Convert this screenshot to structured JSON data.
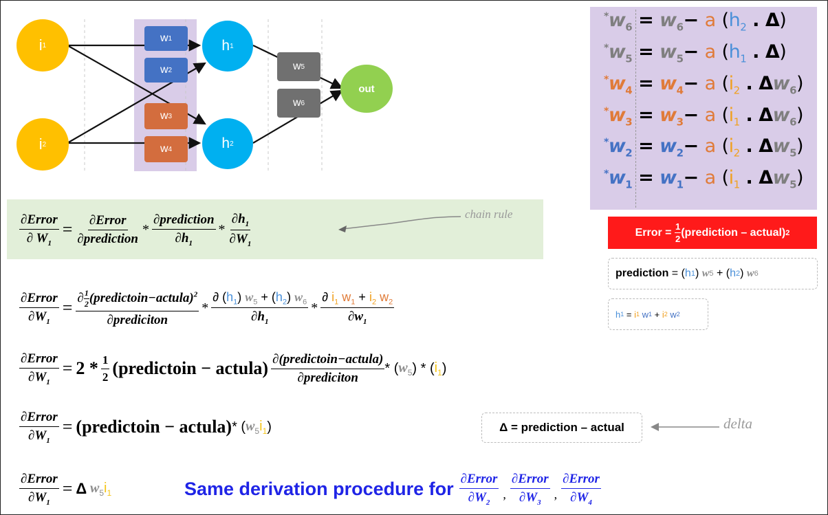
{
  "network": {
    "inputs": [
      {
        "label": "i",
        "sub": "1"
      },
      {
        "label": "i",
        "sub": "2"
      }
    ],
    "hidden": [
      {
        "label": "h",
        "sub": "1"
      },
      {
        "label": "h",
        "sub": "2"
      }
    ],
    "weights": [
      {
        "label": "w",
        "sub": "1"
      },
      {
        "label": "w",
        "sub": "2"
      },
      {
        "label": "w",
        "sub": "3"
      },
      {
        "label": "w",
        "sub": "4"
      },
      {
        "label": "w",
        "sub": "5"
      },
      {
        "label": "w",
        "sub": "6"
      }
    ],
    "output": "out",
    "colors": {
      "input": "#ffc000",
      "hidden": "#00b0f0",
      "output": "#92d050",
      "w_blue": "#4472c4",
      "w_orange": "#d36d3e",
      "w_gray": "#707070",
      "highlight": "#d9cce8"
    }
  },
  "updates": [
    {
      "w": "w",
      "sub": "6",
      "color": "#7f7f7f",
      "h": "h",
      "hsub": "2",
      "hcolor": "#4a90d9",
      "delta": "Δ",
      "dw": "",
      "dwsub": ""
    },
    {
      "w": "w",
      "sub": "5",
      "color": "#7f7f7f",
      "h": "h",
      "hsub": "1",
      "hcolor": "#4a90d9",
      "delta": "Δ",
      "dw": "",
      "dwsub": ""
    },
    {
      "w": "w",
      "sub": "4",
      "color": "#e07b39",
      "h": "i",
      "hsub": "2",
      "hcolor": "#f0a020",
      "delta": "Δ",
      "dw": "w",
      "dwsub": "6"
    },
    {
      "w": "w",
      "sub": "3",
      "color": "#e07b39",
      "h": "i",
      "hsub": "1",
      "hcolor": "#f0a020",
      "delta": "Δ",
      "dw": "w",
      "dwsub": "6"
    },
    {
      "w": "w",
      "sub": "2",
      "color": "#4472c4",
      "h": "i",
      "hsub": "2",
      "hcolor": "#f0a020",
      "delta": "Δ",
      "dw": "w",
      "dwsub": "5"
    },
    {
      "w": "w",
      "sub": "1",
      "color": "#4472c4",
      "h": "i",
      "hsub": "1",
      "hcolor": "#f0a020",
      "delta": "Δ",
      "dw": "w",
      "dwsub": "5"
    }
  ],
  "update_text": {
    "star": "*",
    "eq": "=",
    "minus": "−",
    "a": "a",
    "lp": "(",
    "dot": ".",
    "rp": ")"
  },
  "error_box": {
    "prefix": "Error =",
    "num": "1",
    "den": "2",
    "body": "(prediction – actual)",
    "sup": "2"
  },
  "prediction_box": {
    "label": "prediction",
    "rest_eq": "=",
    "lp": "(",
    "h1": "h",
    "h1sub": "1",
    "rp": ")",
    "w5": "w",
    "w5sub": "5",
    "plus": "+",
    "h2": "h",
    "h2sub": "2",
    "w6": "w",
    "w6sub": "6"
  },
  "h1_box": {
    "h": "h",
    "hsub": "1",
    "eq": "=",
    "i1": "i",
    "i1sub": "1",
    "w1": "w",
    "w1sub": "1",
    "plus": "+",
    "i2": "i",
    "i2sub": "2",
    "w2": "w",
    "w2sub": "2"
  },
  "chain_rule": {
    "annotation": "chain rule",
    "l_num": "∂Error",
    "l_den": "∂ W",
    "l_den_sub": "1",
    "f1_num": "∂Error",
    "f1_den": "∂prediction",
    "f2_num": "∂prediction",
    "f2_den": "∂h",
    "f2_den_sub": "1",
    "f3_num": "∂h",
    "f3_num_sub": "1",
    "f3_den": "∂W",
    "f3_den_sub": "1",
    "eq": "=",
    "times": "*"
  },
  "eq2": {
    "l_num": "∂Error",
    "l_den": "∂W",
    "l_den_sub": "1",
    "f1_num_pre": "∂",
    "f1_half_n": "1",
    "f1_half_d": "2",
    "f1_num_body": "(predictoin−actula)",
    "f1_num_sup": "2",
    "f1_den": "∂prediciton",
    "f2_num_pre": "∂ (",
    "f2_h1": "h",
    "f2_h1sub": "1",
    "f2_rp": ")",
    "f2_w5": "w",
    "f2_w5sub": "5",
    "f2_plus": "+ (",
    "f2_h2": "h",
    "f2_h2sub": "2",
    "f2_rp2": ")",
    "f2_w6": "w",
    "f2_w6sub": "6",
    "f2_den": "∂h",
    "f2_den_sub": "1",
    "f3_num_pre": "∂",
    "f3_i1": "i",
    "f3_i1sub": "1",
    "f3_w1": "w",
    "f3_w1sub": "1",
    "f3_plus": "+",
    "f3_i2": "i",
    "f3_i2sub": "2",
    "f3_w2": "w",
    "f3_w2sub": "2",
    "f3_den": "∂w",
    "f3_den_sub": "1"
  },
  "eq3": {
    "l_num": "∂Error",
    "l_den": "∂W",
    "l_den_sub": "1",
    "two": "2 *",
    "half_n": "1",
    "half_d": "2",
    "body": "(predictoin − actula)",
    "f_num": "∂(predictoin−actula)",
    "f_den": "∂prediciton",
    "t1": "* (",
    "w5": "w",
    "w5sub": "5",
    "t2": ") * (",
    "i1": "i",
    "i1sub": "1",
    "t3": ")"
  },
  "eq4": {
    "l_num": "∂Error",
    "l_den": "∂W",
    "l_den_sub": "1",
    "body": "(predictoin − actula)",
    "t1": "* (",
    "w5": "w",
    "w5sub": "5",
    "i1": "i",
    "i1sub": "1",
    "t2": ")"
  },
  "eq5": {
    "l_num": "∂Error",
    "l_den": "∂W",
    "l_den_sub": "1",
    "delta": "Δ",
    "w5": "w",
    "w5sub": "5",
    "i1": "i",
    "i1sub": "1",
    "same_text": "Same derivation procedure for",
    "fracs": [
      {
        "num": "∂Error",
        "den": "∂W",
        "sub": "2"
      },
      {
        "num": "∂Error",
        "den": "∂W",
        "sub": "3"
      },
      {
        "num": "∂Error",
        "den": "∂W",
        "sub": "4"
      }
    ],
    "comma": ","
  },
  "delta_box": {
    "text": "Δ = prediction – actual",
    "annotation": "delta"
  }
}
